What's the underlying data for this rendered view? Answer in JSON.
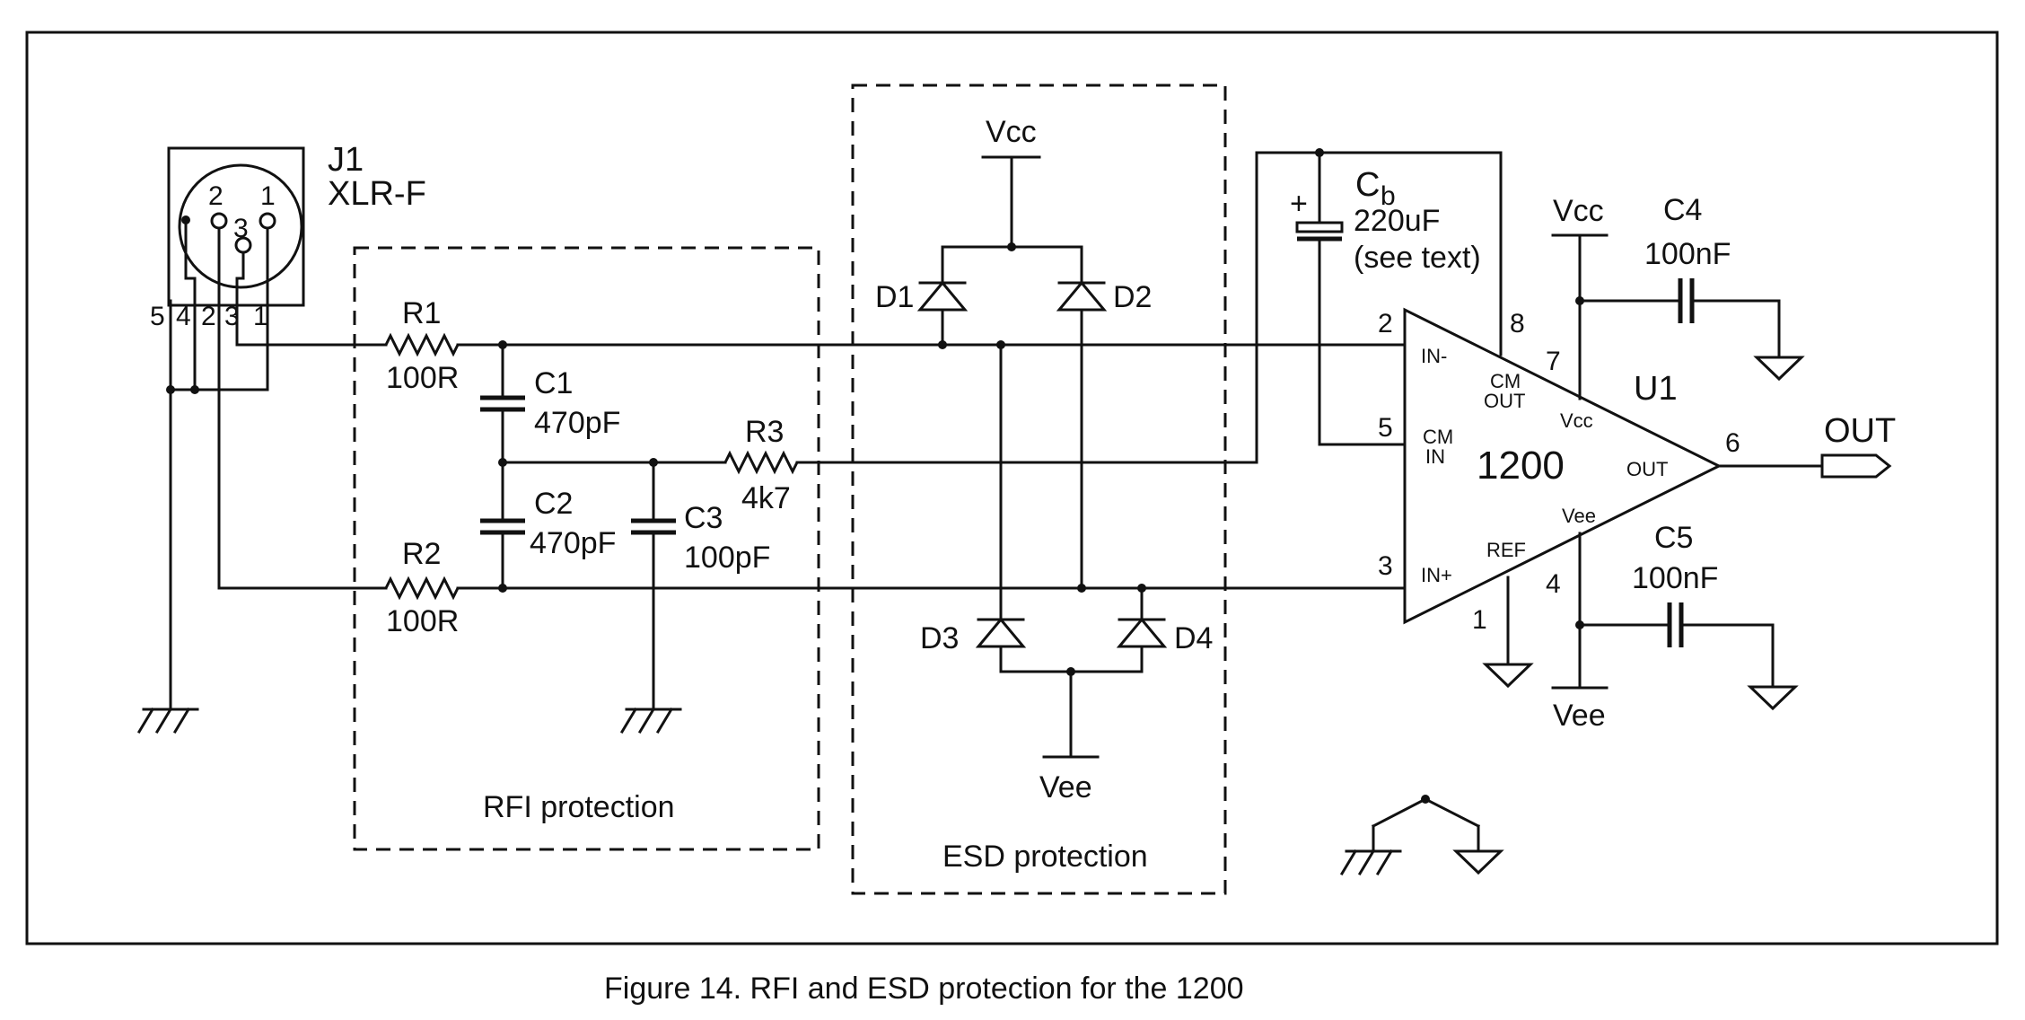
{
  "connector": {
    "ref": "J1",
    "type": "XLR-F",
    "pin_numbers_face": [
      "2",
      "3",
      "1"
    ],
    "pin_numbers_bottom": [
      "5",
      "4",
      "2",
      "3",
      "1"
    ]
  },
  "components": {
    "R1": {
      "ref": "R1",
      "value": "100R"
    },
    "R2": {
      "ref": "R2",
      "value": "100R"
    },
    "R3": {
      "ref": "R3",
      "value": "4k7"
    },
    "C1": {
      "ref": "C1",
      "value": "470pF"
    },
    "C2": {
      "ref": "C2",
      "value": "470pF"
    },
    "C3": {
      "ref": "C3",
      "value": "100pF"
    },
    "C4": {
      "ref": "C4",
      "value": "100nF"
    },
    "C5": {
      "ref": "C5",
      "value": "100nF"
    },
    "Cb": {
      "ref_main": "C",
      "ref_sub": "b",
      "value": "220uF",
      "note": "(see text)",
      "polarity": "+"
    },
    "D1": {
      "ref": "D1"
    },
    "D2": {
      "ref": "D2"
    },
    "D3": {
      "ref": "D3"
    },
    "D4": {
      "ref": "D4"
    }
  },
  "rails": {
    "vcc": "Vcc",
    "vee": "Vee"
  },
  "amplifier": {
    "ref": "U1",
    "part": "1200",
    "inputs": {
      "in_minus": "IN-",
      "in_plus": "IN+"
    },
    "cm_out": [
      "CM",
      "OUT"
    ],
    "cm_in": [
      "CM",
      "IN"
    ],
    "vcc_pin": "Vcc",
    "vee_pin": "Vee",
    "out_pin": "OUT",
    "ref_pin": "REF",
    "pins": {
      "p1": "1",
      "p2": "2",
      "p3": "3",
      "p4": "4",
      "p5": "5",
      "p6": "6",
      "p7": "7",
      "p8": "8"
    }
  },
  "output": {
    "label": "OUT"
  },
  "regions": {
    "rfi": "RFI protection",
    "esd": "ESD protection"
  },
  "caption": "Figure 14. RFI and ESD protection for the 1200"
}
